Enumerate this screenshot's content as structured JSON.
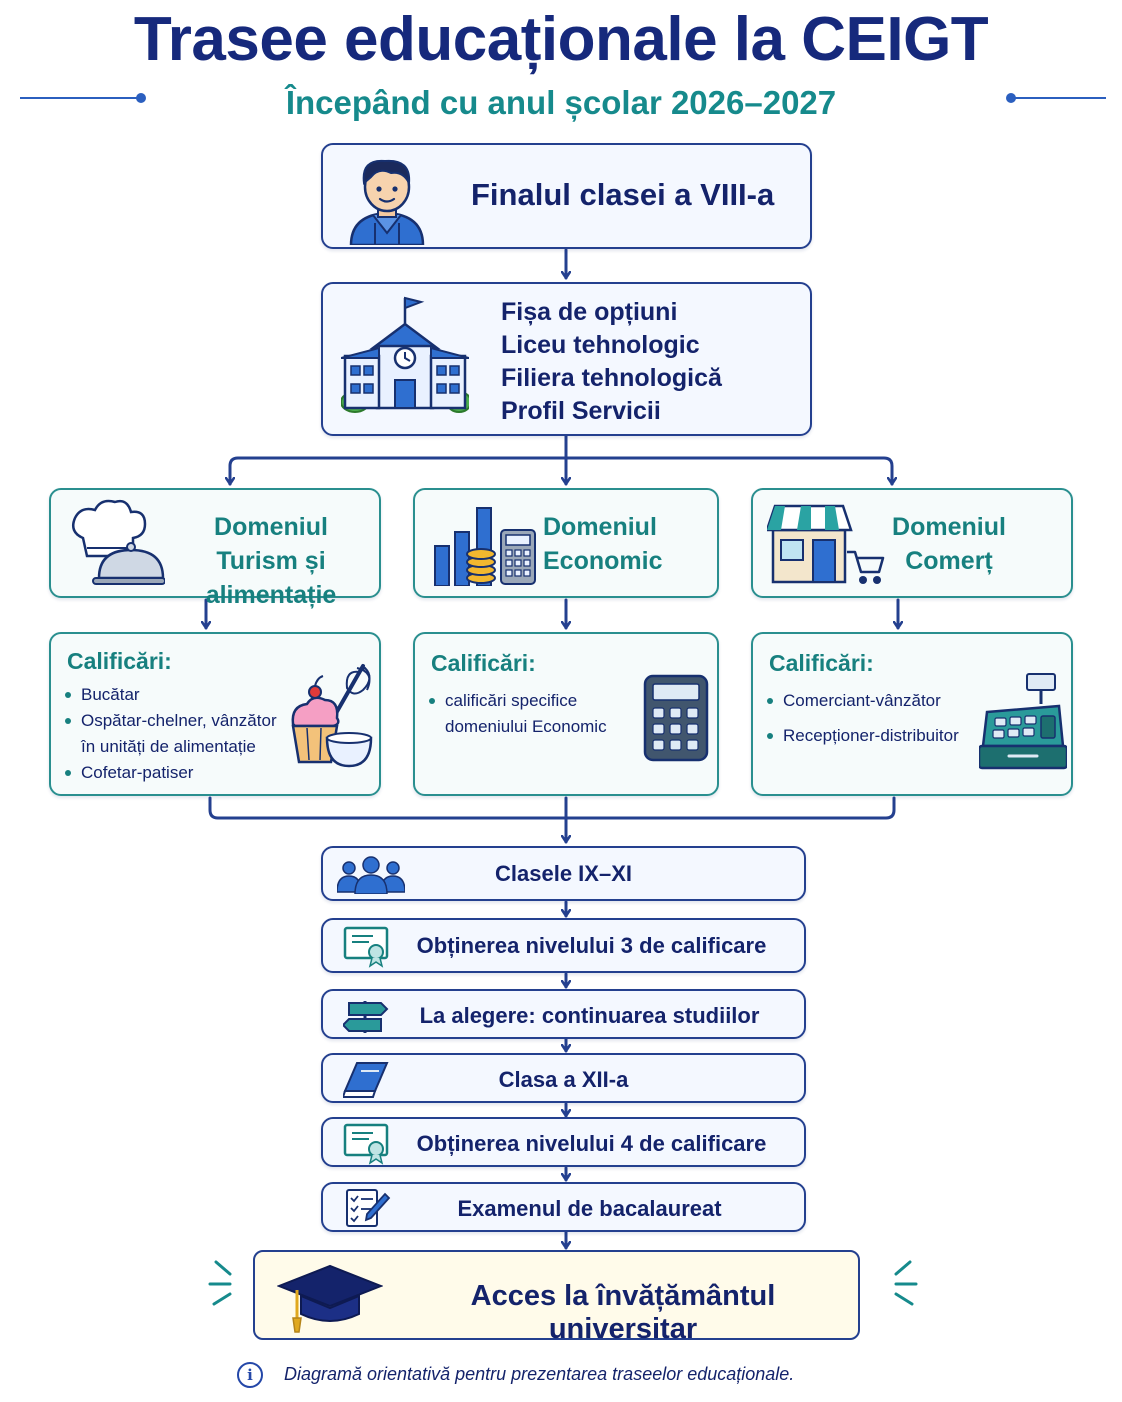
{
  "header": {
    "title": "Trasee educaționale la CEIGT",
    "subtitle": "Începând cu anul școlar 2026–2027"
  },
  "start": {
    "label": "Finalul clasei a VIII-a",
    "icon": "student-icon"
  },
  "options": {
    "icon": "school-building-icon",
    "lines": [
      "Fișa de opțiuni",
      "Liceu tehnologic",
      "Filiera tehnologică",
      "Profil Servicii"
    ]
  },
  "domains": [
    {
      "title_line1": "Domeniul",
      "title_line2": "Turism și alimentație",
      "icon": "chef-hat-cloche-icon",
      "qual_title": "Calificări:",
      "qualifications": [
        "Bucătar",
        "Ospătar-chelner, vânzător",
        "în unități de alimentație",
        "Cofetar-patiser"
      ],
      "qual_icon": "cupcake-whisk-icon"
    },
    {
      "title_line1": "Domeniul",
      "title_line2": "Economic",
      "icon": "bar-chart-coins-icon",
      "qual_title": "Calificări:",
      "qualifications": [
        "calificări specifice",
        "domeniului Economic"
      ],
      "qual_icon": "calculator-icon"
    },
    {
      "title_line1": "Domeniul",
      "title_line2": "Comerț",
      "icon": "shop-cart-icon",
      "qual_title": "Calificări:",
      "qualifications": [
        "Comerciant-vânzător",
        "Recepționer-distribuitor"
      ],
      "qual_icon": "cash-register-icon"
    }
  ],
  "steps": [
    {
      "label": "Clasele IX–XI",
      "icon": "group-people-icon"
    },
    {
      "label": "Obținerea nivelului 3 de calificare",
      "icon": "certificate-icon"
    },
    {
      "label": "La alegere: continuarea studiilor",
      "icon": "signpost-icon"
    },
    {
      "label": "Clasa a XII-a",
      "icon": "book-icon"
    },
    {
      "label": "Obținerea nivelului 4 de calificare",
      "icon": "certificate-icon"
    },
    {
      "label": "Examenul de bacalaureat",
      "icon": "checklist-pen-icon"
    }
  ],
  "final": {
    "label": "Acces la învățământul universitar",
    "icon": "graduation-cap-icon"
  },
  "footnote": {
    "icon": "info-icon",
    "text": "Diagramă orientativă pentru prezentarea traseelor educaționale."
  },
  "colors": {
    "navy": "#16297c",
    "teal": "#168a8c",
    "connector": "#24408f",
    "final_bg": "#fffbea"
  }
}
